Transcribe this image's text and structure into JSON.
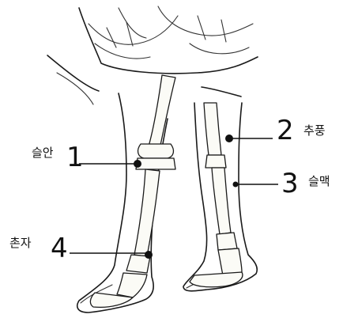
{
  "points": [
    {
      "number": "1",
      "name": "슬안"
    },
    {
      "number": "2",
      "name": "추풍"
    },
    {
      "number": "3",
      "name": "슬맥"
    },
    {
      "number": "4",
      "name": "촌자"
    }
  ]
}
